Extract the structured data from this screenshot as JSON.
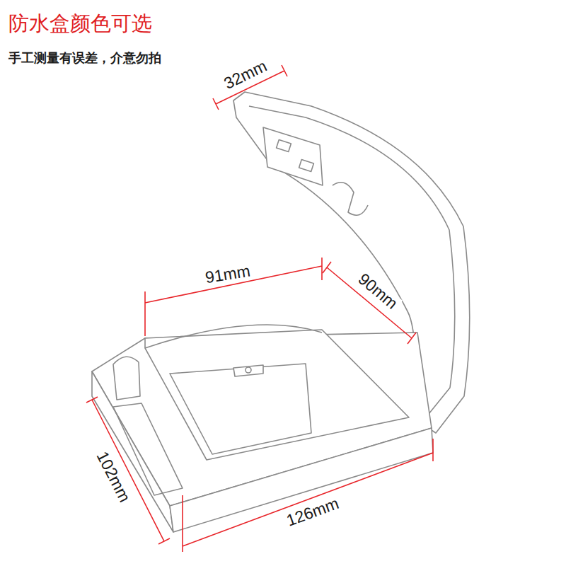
{
  "diagram": {
    "title": "防水盒颜色可选",
    "labels": [
      "手工测量有误差，介意勿拍",
      "32mm",
      "91mm",
      "90mm",
      "102mm",
      "126mm"
    ]
  }
}
